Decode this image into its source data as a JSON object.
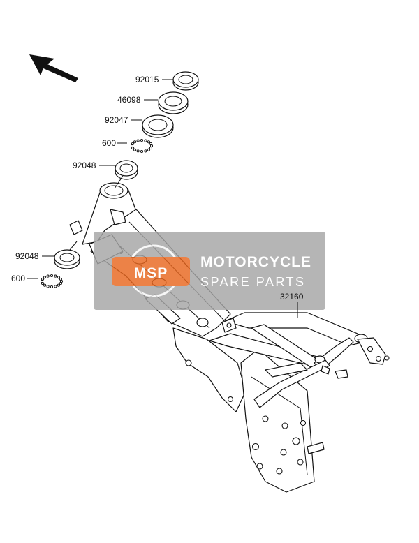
{
  "callouts": [
    {
      "id": "c1",
      "text": "92015"
    },
    {
      "id": "c2",
      "text": "46098"
    },
    {
      "id": "c3",
      "text": "92047"
    },
    {
      "id": "c4",
      "text": "600"
    },
    {
      "id": "c5",
      "text": "92048"
    },
    {
      "id": "c6",
      "text": "92048"
    },
    {
      "id": "c7",
      "text": "600"
    },
    {
      "id": "c8",
      "text": "32160"
    }
  ],
  "watermark": {
    "line1": "MOTORCYCLE",
    "line2": "SPARE PARTS",
    "logo_text": "MSP",
    "colors": {
      "panel": "#a6a6a6",
      "accent": "#e8671f",
      "text": "#ffffff"
    }
  },
  "icons": {
    "front_arrow": "arrow-up-left-icon"
  }
}
